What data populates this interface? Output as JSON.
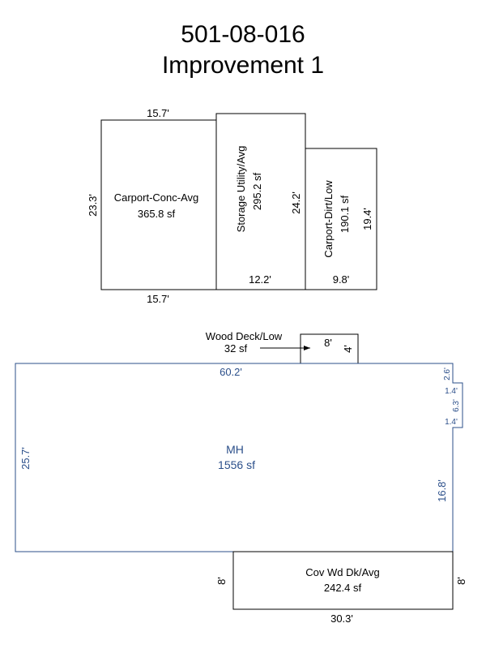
{
  "header": {
    "parcel_id": "501-08-016",
    "improvement": "Improvement 1"
  },
  "colors": {
    "line": "#000000",
    "main_structure": "#2b4f8a"
  },
  "areas": {
    "carport_conc": {
      "label": "Carport-Conc-Avg",
      "area": "365.8 sf",
      "dim_top": "15.7'",
      "dim_bottom": "15.7'",
      "dim_left": "23.3'"
    },
    "storage": {
      "label": "Storage Utility/Avg",
      "area": "295.2 sf",
      "dim_side": "24.2'",
      "dim_bottom": "12.2'"
    },
    "carport_dirt": {
      "label": "Carport-Dirt/Low",
      "area": "190.1 sf",
      "dim_side": "19.4'",
      "dim_bottom": "9.8'"
    },
    "wood_deck": {
      "label": "Wood Deck/Low",
      "area": "32 sf",
      "dim_width": "8'",
      "dim_height": "4'"
    },
    "mh": {
      "label": "MH",
      "area": "1556 sf",
      "dim_top": "60.2'",
      "dim_left": "25.7'",
      "dim_right": "16.8'",
      "dim_step_a": "2.6'",
      "dim_step_b": "1.4'",
      "dim_step_c": "6.3'",
      "dim_step_d": "1.4'"
    },
    "cov_wd_dk": {
      "label": "Cov Wd Dk/Avg",
      "area": "242.4 sf",
      "dim_bottom": "30.3'",
      "dim_left": "8'",
      "dim_right": "8'"
    }
  }
}
